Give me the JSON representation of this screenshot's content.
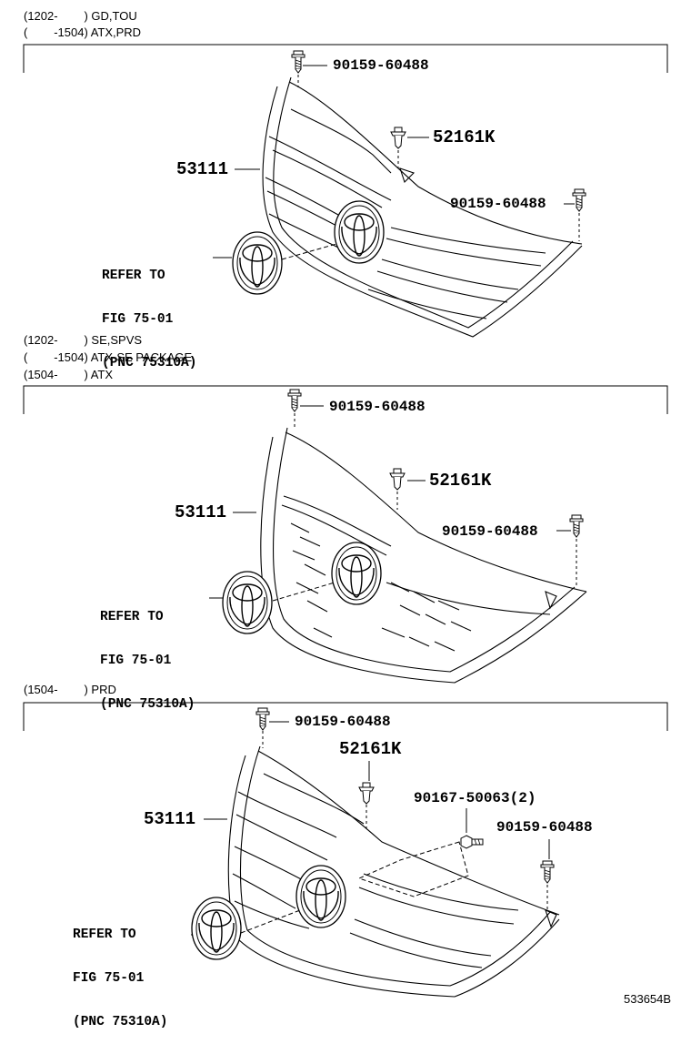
{
  "sections": [
    {
      "id": "gd-tou",
      "header_lines": [
        "(1202-        ) GD,TOU",
        "(        -1504) ATX,PRD"
      ],
      "labels": {
        "bolt_top": "90159-60488",
        "clip": "52161K",
        "grille": "53111",
        "bolt_right": "90159-60488",
        "refer": [
          "REFER TO",
          "FIG 75-01",
          "(PNC 75310A)"
        ]
      }
    },
    {
      "id": "se-spvs",
      "header_lines": [
        "(1202-        ) SE,SPVS",
        "(        -1504) ATX-SE PACKAGE",
        "(1504-        ) ATX"
      ],
      "labels": {
        "bolt_top": "90159-60488",
        "clip": "52161K",
        "grille": "53111",
        "bolt_right": "90159-60488",
        "refer": [
          "REFER TO",
          "FIG 75-01",
          "(PNC 75310A)"
        ]
      }
    },
    {
      "id": "prd",
      "header_lines": [
        "(1504-        ) PRD"
      ],
      "labels": {
        "bolt_top": "90159-60488",
        "clip": "52161K",
        "grille": "53111",
        "screw": "90167-50063(2)",
        "bolt_right": "90159-60488",
        "refer": [
          "REFER TO",
          "FIG 75-01",
          "(PNC 75310A)"
        ]
      }
    }
  ],
  "figure_id": "533654B"
}
